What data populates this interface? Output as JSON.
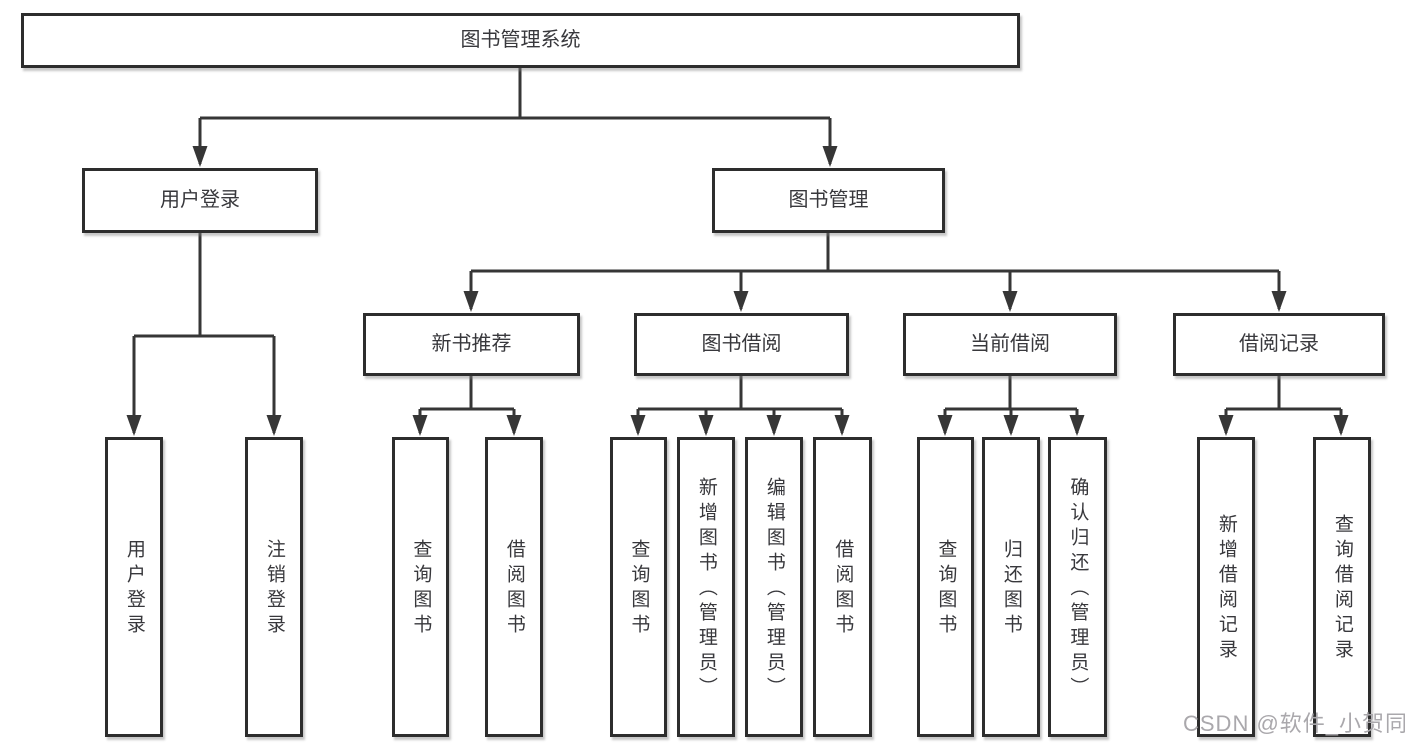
{
  "diagram": {
    "root": {
      "label": "图书管理系统"
    },
    "branches": [
      {
        "label": "用户登录",
        "children": [
          {
            "label": "用户登录"
          },
          {
            "label": "注销登录"
          }
        ]
      },
      {
        "label": "图书管理",
        "children": [
          {
            "label": "新书推荐",
            "children": [
              {
                "label": "查询图书"
              },
              {
                "label": "借阅图书"
              }
            ]
          },
          {
            "label": "图书借阅",
            "children": [
              {
                "label": "查询图书"
              },
              {
                "label": "新增图书（管理员）"
              },
              {
                "label": "编辑图书（管理员）"
              },
              {
                "label": "借阅图书"
              }
            ]
          },
          {
            "label": "当前借阅",
            "children": [
              {
                "label": "查询图书"
              },
              {
                "label": "归还图书"
              },
              {
                "label": "确认归还（管理员）"
              }
            ]
          },
          {
            "label": "借阅记录",
            "children": [
              {
                "label": "新增借阅记录"
              },
              {
                "label": "查询借阅记录"
              }
            ]
          }
        ]
      }
    ]
  },
  "watermark": {
    "text": "CSDN @软件_小贺同学"
  },
  "colors": {
    "box_border": "#2d2d2d",
    "connector": "#363636",
    "text": "#38383c",
    "watermark": "#aaa8ac",
    "background": "#ffffff"
  }
}
